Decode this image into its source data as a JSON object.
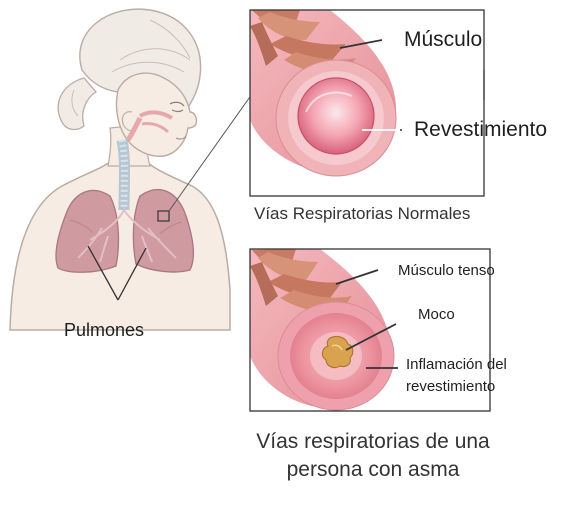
{
  "labels": {
    "pulmones": "Pulmones",
    "musculo": "Músculo",
    "revestimiento": "Revestimiento",
    "normal_caption": "Vías Respiratorias Normales",
    "musculo_tenso": "Músculo tenso",
    "moco": "Moco",
    "inflamacion_line1": "Inflamación del",
    "inflamacion_line2": "revestimiento",
    "asma_caption": "Vías respiratorias de una persona con asma"
  },
  "colors": {
    "skin": "#f6ece4",
    "outline": "#b9aca4",
    "lung": "#cf9aa0",
    "muscle": "#c97a66",
    "lining": "#f2aeb5",
    "lumen": "#e27a89",
    "mucus": "#d9a24e"
  }
}
